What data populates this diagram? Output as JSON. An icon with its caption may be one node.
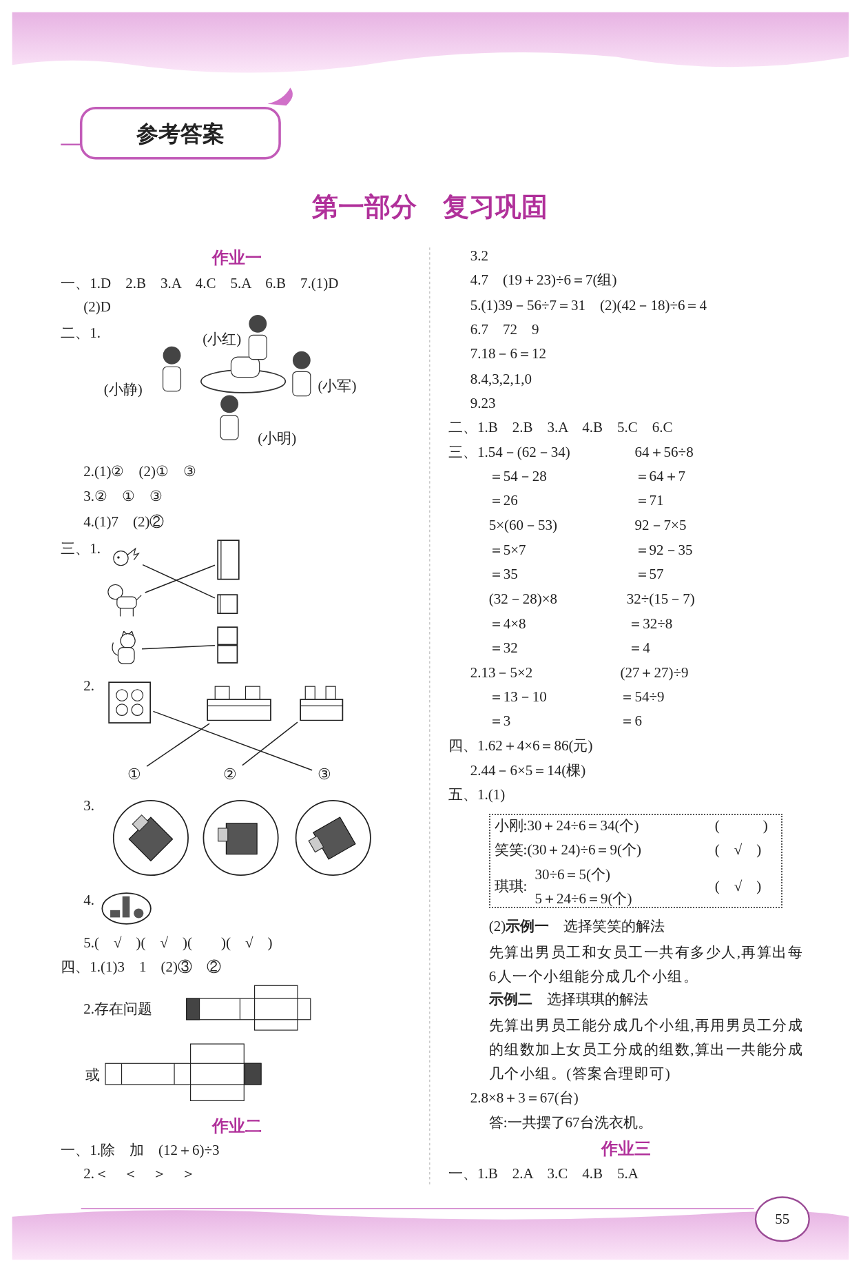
{
  "diagram": {
    "title": "参考答案",
    "nodes": [
      {
        "text": [],
        "shape": "picture"
      },
      {
        "text": [],
        "shape": "picture"
      },
      {
        "text": [],
        "shape": "picture"
      },
      {
        "text": [],
        "shape": "picture"
      },
      {
        "text": [],
        "shape": "picture"
      },
      {
        "text": [],
        "shape": "picture"
      },
      {
        "text": [],
        "shape": "picture"
      },
      {
        "text": [],
        "shape": "picture"
      },
      {
        "text": [],
        "shape": "picture"
      },
      {
        "text": [
          "①"
        ]
      },
      {
        "text": [
          "②"
        ]
      },
      {
        "text": [
          "③"
        ]
      },
      {
        "text": [
          "小刚:30＋24÷6＝34(个)",
          "(　　　)",
          "笑笑:(30＋24)÷6＝9(个)",
          "(　√　)",
          "琪琪:",
          "30÷6＝5(个)",
          "5＋24÷6＝9(个)",
          "(　√　)"
        ]
      }
    ],
    "edges": [
      {
        "from": 0,
        "to": 4,
        "arrow": "none"
      },
      {
        "from": 1,
        "to": 3,
        "arrow": "none"
      },
      {
        "from": 2,
        "to": 5,
        "arrow": "none"
      },
      {
        "from": 9,
        "to": 7,
        "arrow": "none"
      },
      {
        "from": 10,
        "to": 8,
        "arrow": "none"
      },
      {
        "from": 11,
        "to": 6,
        "arrow": "none"
      }
    ],
    "labels": [
      "第一部分　复习巩固",
      "作业一",
      "一、1.D　2.B　3.A　4.C　5.A　6.B　7.(1)D",
      "(2)D",
      "二、1.",
      "(小红)",
      "(小静)",
      "(小军)",
      "(小明)",
      "2.(1)②　(2)①　③",
      "3.②　①　③",
      "4.(1)7　(2)②",
      "三、1.",
      "2.",
      "3.",
      "4.",
      "5.(　√　)(　√　)(　　)(　√　)",
      "四、1.(1)3　1　(2)③　②",
      "2.存在问题",
      "或",
      "作业二",
      "一、1.除　加　(12＋6)÷3",
      "2.＜　＜　＞　＞",
      "3.2",
      "4.7　(19＋23)÷6＝7(组)",
      "5.(1)39－56÷7＝31　(2)(42－18)÷6＝4",
      "6.7　72　9",
      "7.18－6＝12",
      "8.4,3,2,1,0",
      "9.23",
      "二、1.B　2.B　3.A　4.B　5.C　6.C",
      "三、1.54－(62－34)",
      "64＋56÷8",
      "＝54－28",
      "＝64＋7",
      "＝26",
      "＝71",
      "5×(60－53)",
      "92－7×5",
      "＝5×7",
      "＝92－35",
      "＝35",
      "＝57",
      "(32－28)×8",
      "32÷(15－7)",
      "＝4×8",
      "＝32÷8",
      "＝32",
      "＝4",
      "2.13－5×2",
      "(27＋27)÷9",
      "＝13－10",
      "＝54÷9",
      "＝3",
      "＝6",
      "四、1.62＋4×6＝86(元)",
      "2.44－6×5＝14(棵)",
      "五、1.(1)",
      "(2)**示例一**　选择笑笑的解法",
      "先算出男员工和女员工一共有多少人,再算出每6人一个小组能分成几个小组。",
      "**示例二**　选择琪琪的解法",
      "先算出男员工能分成几个小组,再用男员工分成的组数加上女员工分成的组数,算出一共能分成几个小组。(答案合理即可)",
      "2.8×8＋3＝67(台)",
      "答:一共摆了67台洗衣机。",
      "作业三",
      "一、1.B　2.A　3.C　4.B　5.A",
      "55"
    ]
  }
}
